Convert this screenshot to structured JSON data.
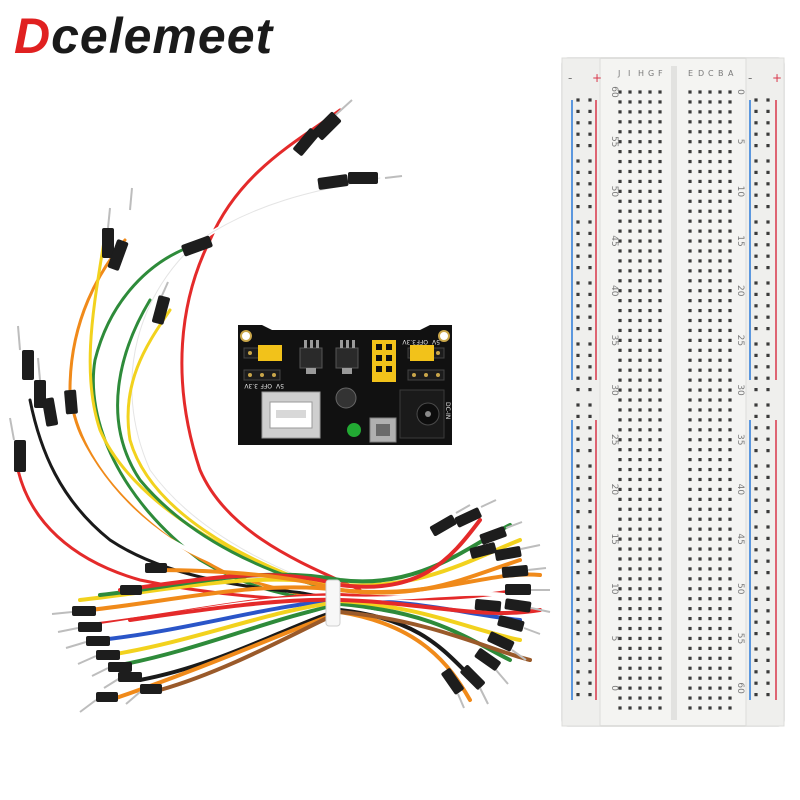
{
  "brand": {
    "first_letter": "D",
    "rest": "celemeet",
    "first_letter_color": "#e02020",
    "rest_color": "#1a1a1a"
  },
  "power_module": {
    "labels": [
      "3.3V",
      "OFF",
      "5V",
      "3.3V",
      "OFF",
      "5V",
      "DC-IN"
    ],
    "pcb_color": "#111111",
    "header_color": "#f2c21a",
    "led_color": "#22aa33"
  },
  "breadboard": {
    "row_letters_left": [
      "J",
      "I",
      "H",
      "G",
      "F"
    ],
    "row_letters_right": [
      "E",
      "D",
      "C",
      "B",
      "A"
    ],
    "column_numbers": [
      "0",
      "5",
      "10",
      "15",
      "20",
      "25",
      "30",
      "35",
      "40",
      "45",
      "50",
      "55",
      "60"
    ],
    "rail_plus": "+",
    "rail_minus": "-",
    "rail_red": "#d9364a",
    "rail_blue": "#2a7ad9",
    "body_color": "#f4f4f2"
  },
  "wires": {
    "colors": [
      "#e42a2a",
      "#ffffff",
      "#2e8b3a",
      "#f08a1a",
      "#f2d21e",
      "#1a1a1a",
      "#2a55c8",
      "#9a5a2a"
    ]
  }
}
